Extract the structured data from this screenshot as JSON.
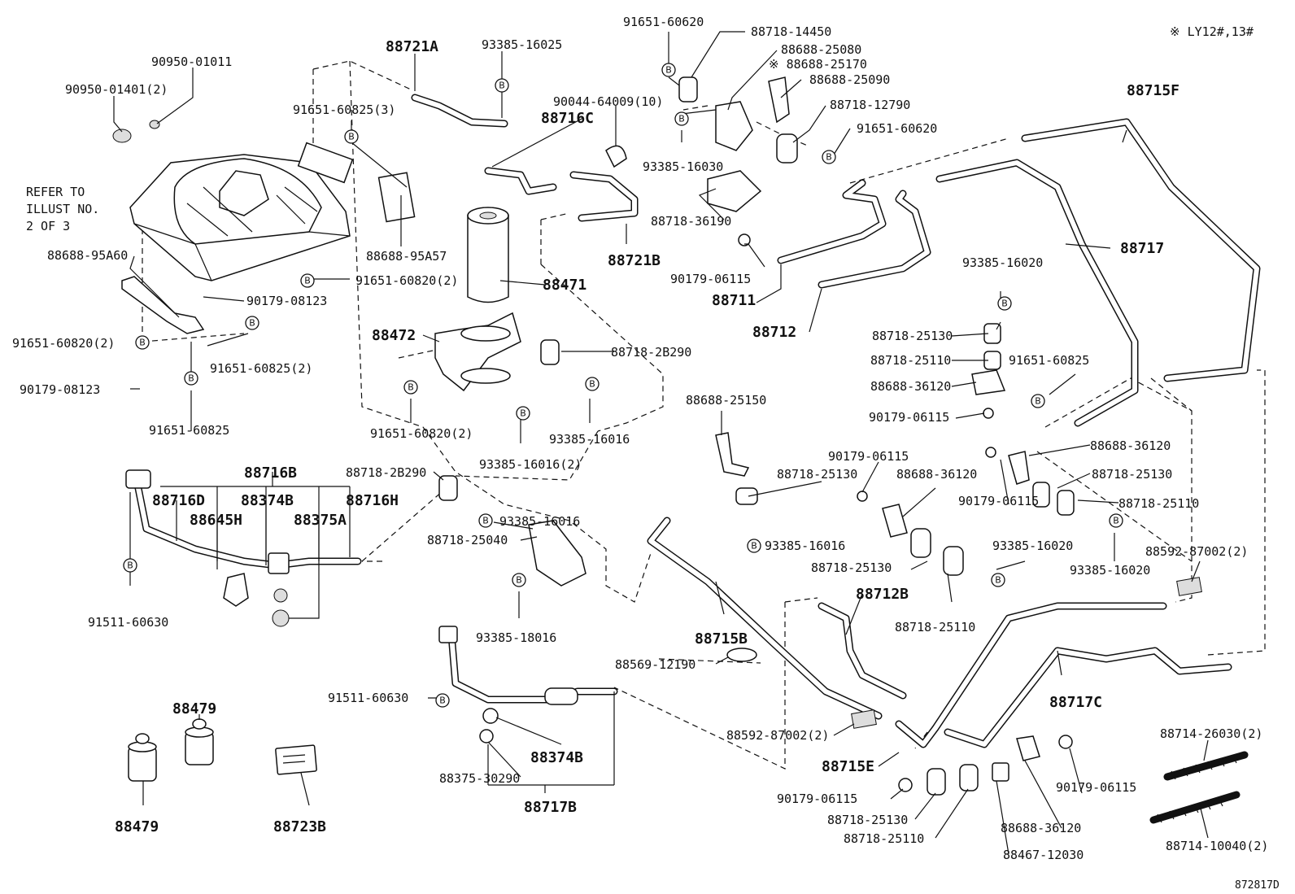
{
  "notes": {
    "top_right": "※ LY12#,13#",
    "figure_id": "872817D",
    "refer": [
      "REFER TO",
      "ILLUST NO.",
      "2 OF 3"
    ],
    "bolt_marker": "B"
  },
  "labels": [
    {
      "id": "l01",
      "text": "90950-01011"
    },
    {
      "id": "l02",
      "text": "90950-01401(2)"
    },
    {
      "id": "l03",
      "text": "88721A"
    },
    {
      "id": "l04",
      "text": "93385-16025"
    },
    {
      "id": "l05",
      "text": "91651-60825(3)"
    },
    {
      "id": "l06",
      "text": "91651-60620"
    },
    {
      "id": "l07",
      "text": "88718-14450"
    },
    {
      "id": "l08",
      "text": "88688-25080"
    },
    {
      "id": "l09",
      "text": "※ 88688-25170"
    },
    {
      "id": "l10",
      "text": "88688-25090"
    },
    {
      "id": "l11",
      "text": "88718-12790"
    },
    {
      "id": "l12",
      "text": "91651-60620"
    },
    {
      "id": "l13",
      "text": "90044-64009(10)"
    },
    {
      "id": "l14",
      "text": "88716C"
    },
    {
      "id": "l15",
      "text": "93385-16030"
    },
    {
      "id": "l16",
      "text": "88718-36190"
    },
    {
      "id": "l17",
      "text": "90179-06115"
    },
    {
      "id": "l18",
      "text": "88711"
    },
    {
      "id": "l19",
      "text": "88712"
    },
    {
      "id": "l20",
      "text": "88715F"
    },
    {
      "id": "l21",
      "text": "88717"
    },
    {
      "id": "l22",
      "text": "88688-95A57"
    },
    {
      "id": "l23",
      "text": "88721B"
    },
    {
      "id": "l24",
      "text": "91651-60820(2)"
    },
    {
      "id": "l25",
      "text": "88471"
    },
    {
      "id": "l26",
      "text": "90179-08123"
    },
    {
      "id": "l27",
      "text": "88688-95A60"
    },
    {
      "id": "l28",
      "text": "91651-60820(2)"
    },
    {
      "id": "l29",
      "text": "91651-60825(2)"
    },
    {
      "id": "l30",
      "text": "90179-08123"
    },
    {
      "id": "l31",
      "text": "91651-60825"
    },
    {
      "id": "l32",
      "text": "88472"
    },
    {
      "id": "l33",
      "text": "88718-2B290"
    },
    {
      "id": "l34",
      "text": "91651-60820(2)"
    },
    {
      "id": "l35",
      "text": "93385-16016"
    },
    {
      "id": "l36",
      "text": "93385-16016(2)"
    },
    {
      "id": "l37",
      "text": "93385-16020"
    },
    {
      "id": "l38",
      "text": "88718-25130"
    },
    {
      "id": "l39",
      "text": "88718-25110"
    },
    {
      "id": "l40",
      "text": "91651-60825"
    },
    {
      "id": "l41",
      "text": "88688-36120"
    },
    {
      "id": "l42",
      "text": "90179-06115"
    },
    {
      "id": "l43",
      "text": "88688-25150"
    },
    {
      "id": "l44",
      "text": "90179-06115"
    },
    {
      "id": "l45",
      "text": "88718-25130"
    },
    {
      "id": "l46",
      "text": "88688-36120"
    },
    {
      "id": "l47",
      "text": "93385-16016"
    },
    {
      "id": "l48",
      "text": "88718-25130"
    },
    {
      "id": "l49",
      "text": "88718-25110"
    },
    {
      "id": "l50",
      "text": "88688-36120"
    },
    {
      "id": "l51",
      "text": "88718-25130"
    },
    {
      "id": "l52",
      "text": "90179-06115"
    },
    {
      "id": "l53",
      "text": "88718-25110"
    },
    {
      "id": "l54",
      "text": "93385-16020"
    },
    {
      "id": "l55",
      "text": "93385-16020"
    },
    {
      "id": "l56",
      "text": "88592-87002(2)"
    },
    {
      "id": "l57",
      "text": "88716B"
    },
    {
      "id": "l58",
      "text": "88718-2B290"
    },
    {
      "id": "l59",
      "text": "88716D"
    },
    {
      "id": "l60",
      "text": "88374B"
    },
    {
      "id": "l61",
      "text": "88716H"
    },
    {
      "id": "l62",
      "text": "88645H"
    },
    {
      "id": "l63",
      "text": "88375A"
    },
    {
      "id": "l64",
      "text": "93385-16016"
    },
    {
      "id": "l65",
      "text": "88718-25040"
    },
    {
      "id": "l66",
      "text": "91511-60630"
    },
    {
      "id": "l67",
      "text": "93385-18016"
    },
    {
      "id": "l68",
      "text": "88715B"
    },
    {
      "id": "l69",
      "text": "88712B"
    },
    {
      "id": "l70",
      "text": "88569-12190"
    },
    {
      "id": "l71",
      "text": "88717C"
    },
    {
      "id": "l72",
      "text": "91511-60630"
    },
    {
      "id": "l73",
      "text": "88592-87002(2)"
    },
    {
      "id": "l74",
      "text": "88715E"
    },
    {
      "id": "l75",
      "text": "88479"
    },
    {
      "id": "l76",
      "text": "88374B"
    },
    {
      "id": "l77",
      "text": "88375-30290"
    },
    {
      "id": "l78",
      "text": "88717B"
    },
    {
      "id": "l79",
      "text": "88479"
    },
    {
      "id": "l80",
      "text": "88723B"
    },
    {
      "id": "l81",
      "text": "90179-06115"
    },
    {
      "id": "l82",
      "text": "88718-25130"
    },
    {
      "id": "l83",
      "text": "88718-25110"
    },
    {
      "id": "l84",
      "text": "88688-36120"
    },
    {
      "id": "l85",
      "text": "88467-12030"
    },
    {
      "id": "l86",
      "text": "90179-06115"
    },
    {
      "id": "l87",
      "text": "88714-26030(2)"
    },
    {
      "id": "l88",
      "text": "88714-10040(2)"
    }
  ]
}
